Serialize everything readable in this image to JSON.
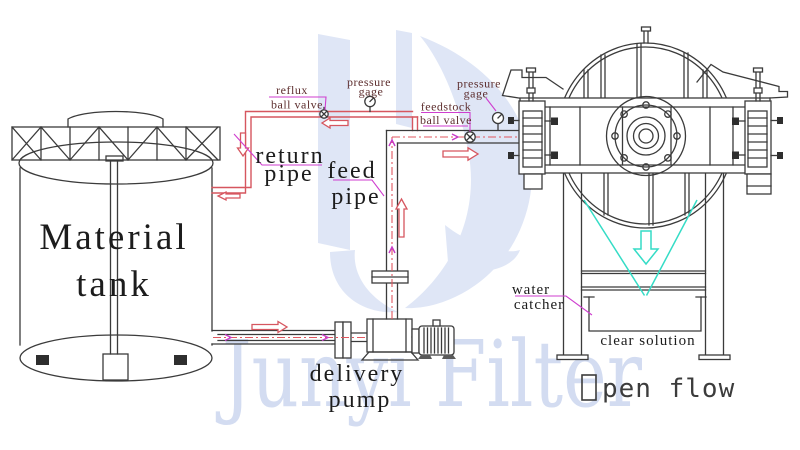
{
  "watermark": {
    "brand": "Junyi Filter"
  },
  "labels": {
    "material_tank": {
      "line1": "Material",
      "line2": "tank"
    },
    "reflux_valve": {
      "line1": "reflux",
      "line2": "ball valve"
    },
    "pressure_gage_left": {
      "line1": "pressure",
      "line2": "gage"
    },
    "feedstock_valve": {
      "line1": "feedstock",
      "line2": "ball valve"
    },
    "pressure_gage_right": {
      "line1": "pressure",
      "line2": "gage"
    },
    "return_pipe": {
      "line1": "return",
      "line2": "pipe"
    },
    "feed_pipe": {
      "line1": "feed",
      "line2": "pipe"
    },
    "delivery_pump": {
      "line1": "delivery",
      "line2": "pump"
    },
    "water_catcher": {
      "line1": "water",
      "line2": "catcher"
    },
    "clear_solution": {
      "text": "clear solution"
    },
    "open_flow": {
      "text": "Open flow",
      "display_rest": "pen flow"
    }
  },
  "icons": {
    "ball_valve": "circle-with-cross",
    "pressure_gage": "gauge-dial",
    "flow_arrow": "outline-arrow",
    "centerline_arrow": "chevron-arrowhead"
  },
  "colors": {
    "pipe_red": "#d6565f",
    "centerline_red": "#e0575f",
    "leader_magenta": "#cf3ecf",
    "flow_cyan": "#35dcc6",
    "line_ink": "#3b3b3b",
    "small_label_maroon": "#5d2e2e",
    "watermark_blue": "#c9d4ee"
  }
}
